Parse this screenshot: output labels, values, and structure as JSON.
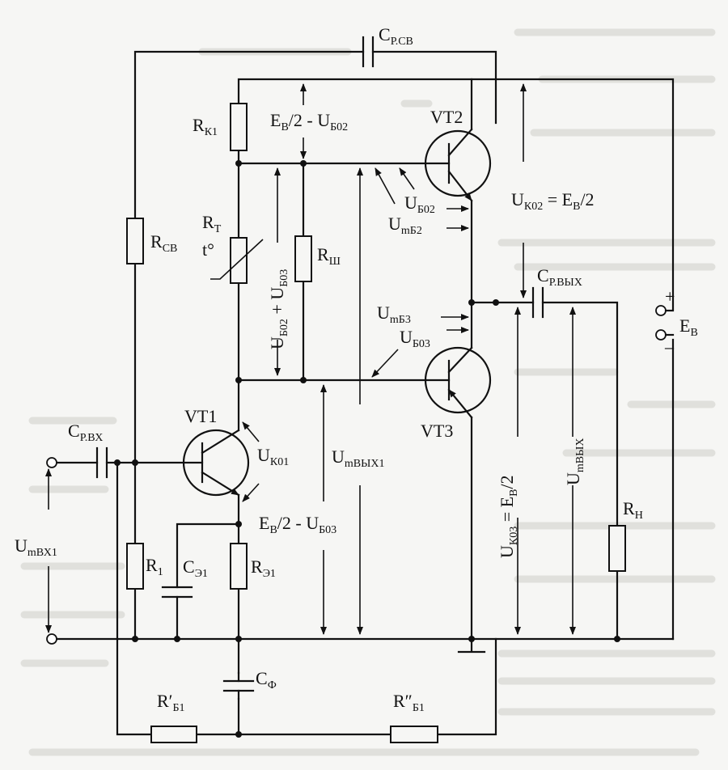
{
  "diagram": {
    "components": {
      "c_fb": {
        "main": "C",
        "sub": "Р.СВ"
      },
      "r_k1": {
        "main": "R",
        "sub": "К1"
      },
      "r_t": {
        "main": "R",
        "sub": "Т"
      },
      "t_deg": "t°",
      "r_sh": {
        "main": "R",
        "sub": "Ш"
      },
      "r_fb": {
        "main": "R",
        "sub": "СВ"
      },
      "c_in": {
        "main": "C",
        "sub": "Р.ВХ"
      },
      "c_out": {
        "main": "C",
        "sub": "Р.ВЫХ"
      },
      "r_1": {
        "main": "R",
        "sub": "1"
      },
      "c_e1": {
        "main": "C",
        "sub": "Э1"
      },
      "r_e1": {
        "main": "R",
        "sub": "Э1"
      },
      "c_f": {
        "main": "C",
        "sub": "Ф"
      },
      "r_b1p": {
        "main": "R′",
        "sub": "Б1"
      },
      "r_b1pp": {
        "main": "R″",
        "sub": "Б1"
      },
      "r_n": {
        "main": "R",
        "sub": "Н"
      },
      "vt1": "VT1",
      "vt2": "VT2",
      "vt3": "VT3",
      "supply": {
        "main": "E",
        "sub": "В",
        "plus": "+",
        "minus": "–"
      }
    },
    "annotations": {
      "eb_minus_ub02": {
        "p1": "E",
        "s1": "В",
        "p2": "/2 - U",
        "s2": "Б02"
      },
      "ub02_top": {
        "p1": "U",
        "s1": "Б02"
      },
      "umb2": {
        "p1": "U",
        "s1": "mБ2"
      },
      "uk02": {
        "p1": "U",
        "s1": "К02",
        "p2": " = E",
        "s2": "В",
        "p3": "/2"
      },
      "ub02_plus_ub03": {
        "p1": "U",
        "s1": "Б02",
        "p2": " + U",
        "s2": "Б03"
      },
      "umb3": {
        "p1": "U",
        "s1": "mБ3"
      },
      "ub03": {
        "p1": "U",
        "s1": "Б03"
      },
      "uk01": {
        "p1": "U",
        "s1": "К01"
      },
      "umvyx1": {
        "p1": "U",
        "s1": "mВЫХ1"
      },
      "eb_minus_ub03": {
        "p1": "E",
        "s1": "В",
        "p2": "/2 - U",
        "s2": "Б03"
      },
      "uk03": {
        "p1": "U",
        "s1": "К03",
        "p2": " = E",
        "s2": "В",
        "p3": "/2"
      },
      "umvyx": {
        "p1": "U",
        "s1": "mВЫХ"
      },
      "umvx1": {
        "p1": "U",
        "s1": "mВХ1"
      }
    }
  }
}
